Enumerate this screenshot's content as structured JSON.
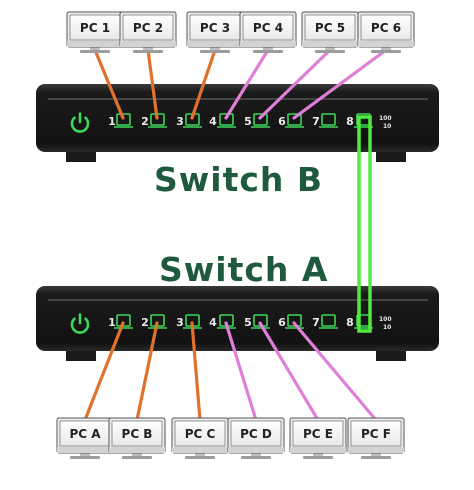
{
  "switch_b": {
    "title": "Switch B",
    "ports": [
      "1",
      "2",
      "3",
      "4",
      "5",
      "6",
      "7",
      "8"
    ],
    "speed_top": "100",
    "speed_bottom": "10",
    "pcs": [
      "PC 1",
      "PC 2",
      "PC 3",
      "PC 4",
      "PC 5",
      "PC 6"
    ]
  },
  "switch_a": {
    "title": "Switch A",
    "ports": [
      "1",
      "2",
      "3",
      "4",
      "5",
      "6",
      "7",
      "8"
    ],
    "speed_top": "100",
    "speed_bottom": "10",
    "pcs": [
      "PC A",
      "PC B",
      "PC C",
      "PC D",
      "PC E",
      "PC F"
    ]
  },
  "colors": {
    "orange_cable": "#e2712d",
    "pink_cable": "#df7fd8",
    "uplink": "#52ea3e",
    "led_green": "#3fd65b",
    "switch_body": "#151515",
    "title": "#1f5a3f"
  },
  "links": [
    {
      "from": "PC 1",
      "to": "B1",
      "color": "orange"
    },
    {
      "from": "PC 2",
      "to": "B2",
      "color": "orange"
    },
    {
      "from": "PC 3",
      "to": "B3",
      "color": "orange"
    },
    {
      "from": "PC 4",
      "to": "B4",
      "color": "pink"
    },
    {
      "from": "PC 5",
      "to": "B5",
      "color": "pink"
    },
    {
      "from": "PC 6",
      "to": "B6",
      "color": "pink"
    },
    {
      "from": "B8",
      "to": "A8",
      "color": "green"
    },
    {
      "from": "PC A",
      "to": "A1",
      "color": "orange"
    },
    {
      "from": "PC B",
      "to": "A2",
      "color": "orange"
    },
    {
      "from": "PC C",
      "to": "A3",
      "color": "orange"
    },
    {
      "from": "PC D",
      "to": "A4",
      "color": "pink"
    },
    {
      "from": "PC E",
      "to": "A5",
      "color": "pink"
    },
    {
      "from": "PC F",
      "to": "A6",
      "color": "pink"
    }
  ]
}
